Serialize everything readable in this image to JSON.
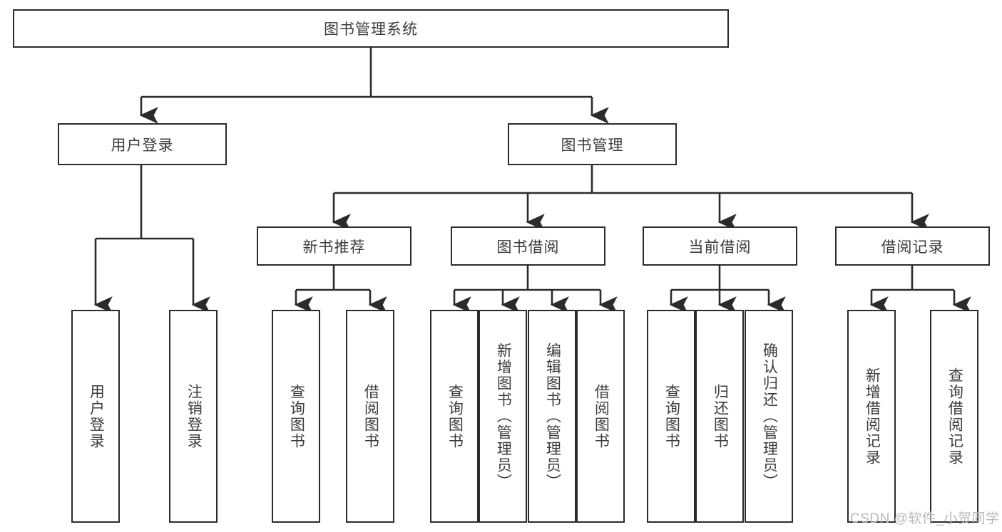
{
  "diagram": {
    "title": "图书管理系统",
    "type": "hierarchy-tree",
    "colors": {
      "box_border": "#2b2b2b",
      "box_fill": "#ffffff",
      "text": "#3c3c3c",
      "connector": "#2b2b2b",
      "watermark": "#b9b9b9",
      "background": "#ffffff"
    },
    "watermark": "CSDN @软件_小贺同学",
    "nodes": {
      "root": {
        "label": "图书管理系统"
      },
      "level1": [
        {
          "id": "user-login",
          "label": "用户登录"
        },
        {
          "id": "book-manage",
          "label": "图书管理"
        }
      ],
      "level2": [
        {
          "id": "new-book-recommend",
          "label": "新书推荐"
        },
        {
          "id": "book-borrow",
          "label": "图书借阅"
        },
        {
          "id": "current-borrow",
          "label": "当前借阅"
        },
        {
          "id": "borrow-record",
          "label": "借阅记录"
        }
      ],
      "leaves": {
        "user_login": [
          {
            "id": "leaf-user-login",
            "label": "用户登录"
          },
          {
            "id": "leaf-logout-login",
            "label": "注销登录"
          }
        ],
        "new_book_recommend": [
          {
            "id": "leaf-query-book-1",
            "label": "查询图书"
          },
          {
            "id": "leaf-borrow-book-1",
            "label": "借阅图书"
          }
        ],
        "book_borrow": [
          {
            "id": "leaf-query-book-2",
            "label": "查询图书"
          },
          {
            "id": "leaf-add-book",
            "label": "新增图书（管理员）"
          },
          {
            "id": "leaf-edit-book",
            "label": "编辑图书（管理员）"
          },
          {
            "id": "leaf-borrow-book-2",
            "label": "借阅图书"
          }
        ],
        "current_borrow": [
          {
            "id": "leaf-query-book-3",
            "label": "查询图书"
          },
          {
            "id": "leaf-return-book",
            "label": "归还图书"
          },
          {
            "id": "leaf-confirm-return",
            "label": "确认归还（管理员）"
          }
        ],
        "borrow_record": [
          {
            "id": "leaf-add-record",
            "label": "新增借阅记录"
          },
          {
            "id": "leaf-query-record",
            "label": "查询借阅记录"
          }
        ]
      }
    }
  }
}
